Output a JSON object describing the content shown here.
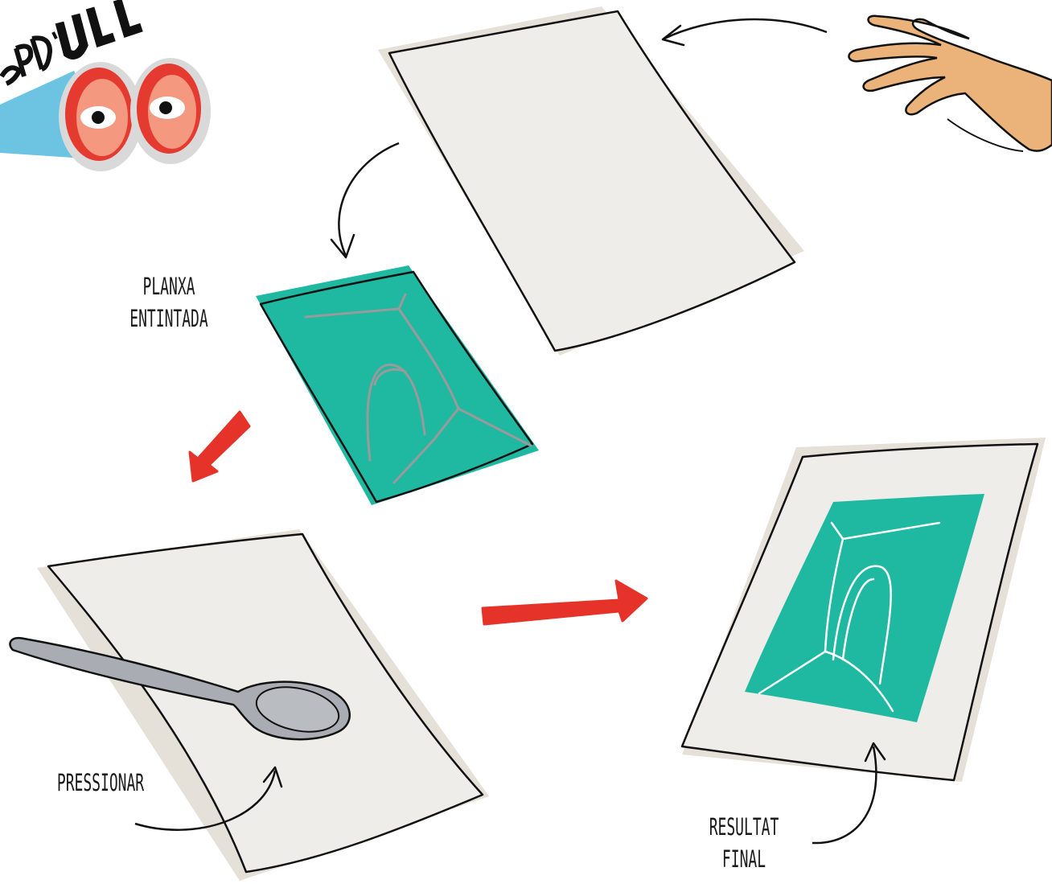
{
  "logo": {
    "text": "PD'ULL",
    "is_logo_lettering": true
  },
  "captions": {
    "inked_plate": {
      "line1": "PLANXA",
      "line2": "ENTINTADA"
    },
    "press": {
      "line1": "PRESSIONAR"
    },
    "final_result": {
      "line1": "RESULTAT",
      "line2": "FINAL"
    }
  },
  "colors": {
    "paper": "#efede9",
    "paper_shadow": "#e5e0d8",
    "plate_green": "#1fb9a1",
    "outline": "#111111",
    "plate_lines": "#9a9a9a",
    "print_lines": "#ffffff",
    "big_arrow_red": "#e6332a",
    "hand_skin": "#ebb37a",
    "spoon_grey": "#a9adb3",
    "eye_red": "#e53a2f",
    "eye_peach": "#f4987f",
    "eye_rim": "#d9d9d9",
    "beam_blue": "#6cc3e2"
  },
  "icons": [
    "binoculars-eyes-icon",
    "hand-icon",
    "spoon-icon",
    "curved-arrow-icon",
    "red-arrow-icon"
  ]
}
